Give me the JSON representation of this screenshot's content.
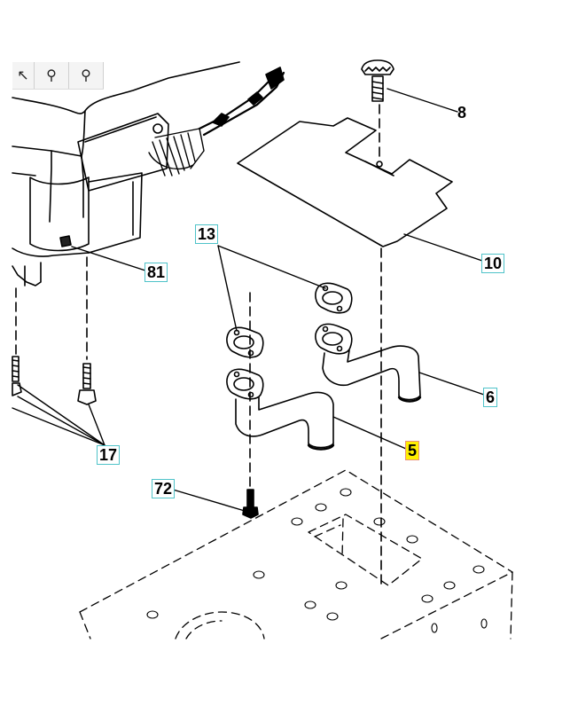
{
  "diagram": {
    "type": "exploded-parts-diagram",
    "subject": "engine exhaust pipes and deck mounting assembly",
    "toolbar": {
      "buttons": [
        {
          "name": "pan",
          "icon": "arrow-icon",
          "glyph": "↖"
        },
        {
          "name": "zoom-in",
          "icon": "magnifier-icon",
          "glyph": "⚲"
        },
        {
          "name": "zoom-out",
          "icon": "magnifier-icon",
          "glyph": "⚲"
        }
      ]
    },
    "callouts": [
      {
        "id": "8",
        "label": "8",
        "style": "plain",
        "part": "bolt (top flange bolt)"
      },
      {
        "id": "10",
        "label": "10",
        "style": "boxed",
        "part": "heat shield plate"
      },
      {
        "id": "13",
        "label": "13",
        "style": "boxed",
        "part": "exhaust gasket"
      },
      {
        "id": "81",
        "label": "81",
        "style": "boxed",
        "part": "nut"
      },
      {
        "id": "6",
        "label": "6",
        "style": "boxed",
        "part": "exhaust pipe (right)"
      },
      {
        "id": "5",
        "label": "5",
        "style": "highlighted",
        "part": "exhaust pipe (left)"
      },
      {
        "id": "17",
        "label": "17",
        "style": "boxed",
        "part": "engine mounting bolts"
      },
      {
        "id": "72",
        "label": "72",
        "style": "boxed",
        "part": "bolt"
      }
    ],
    "colors": {
      "callout_border": "#4fc3c9",
      "highlight_fill": "#ffee00",
      "highlight_border": "#e8917a",
      "line": "#000000"
    }
  }
}
